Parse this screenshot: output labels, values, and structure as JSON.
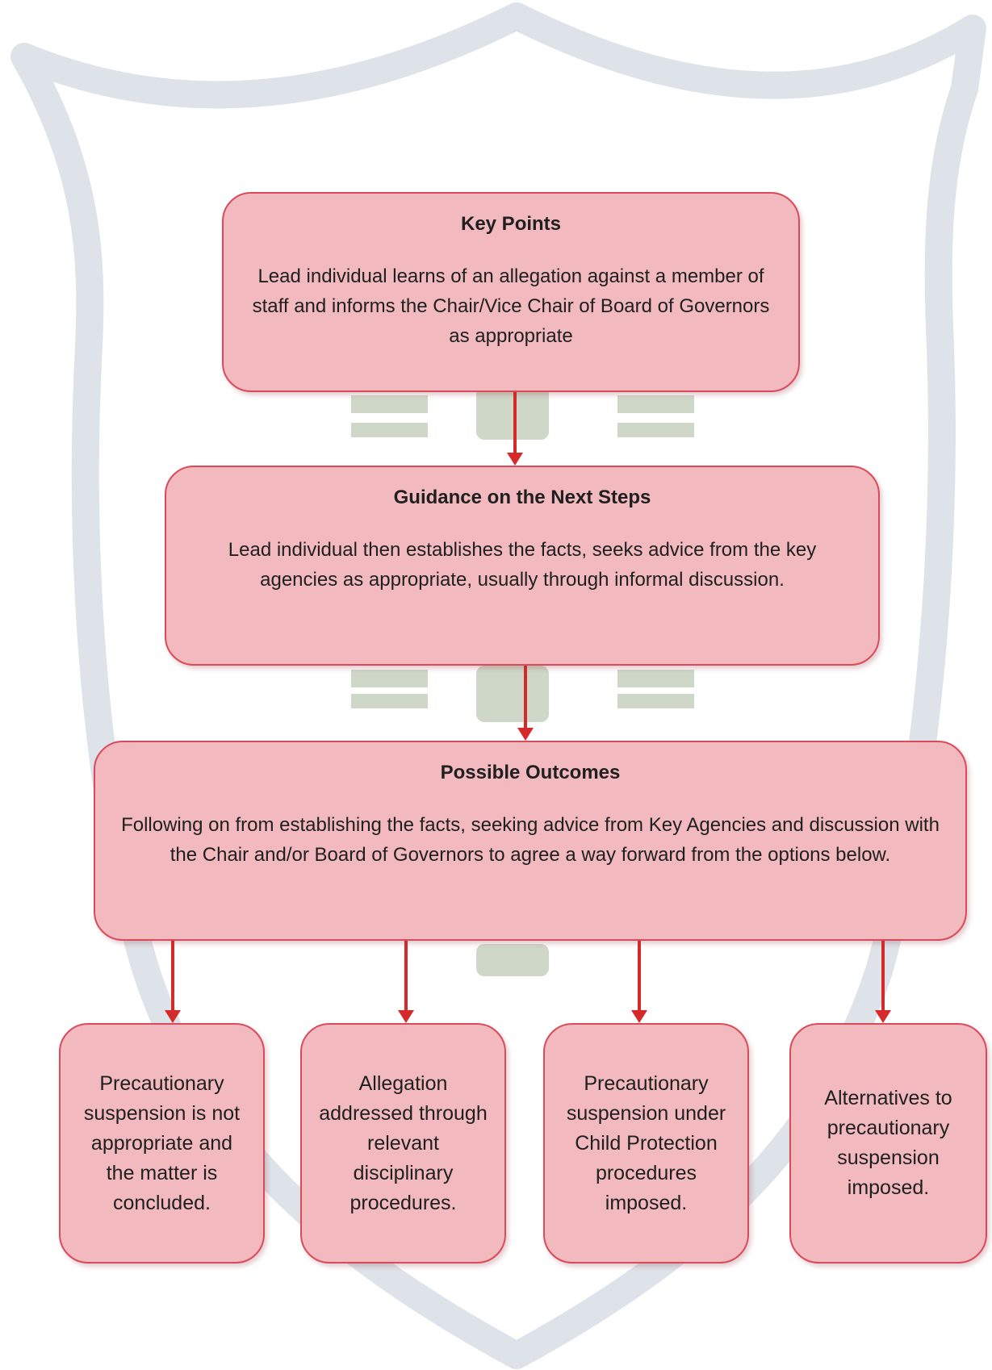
{
  "key_points": {
    "title": "Key Points",
    "text": "Lead individual learns of an allegation against a member of staff and informs the Chair/Vice Chair of Board of Governors  as appropriate"
  },
  "guidance": {
    "title": "Guidance on the Next Steps",
    "text": "Lead individual then establishes the facts, seeks advice from the key agencies as appropriate, usually through informal discussion."
  },
  "outcomes": {
    "title": "Possible Outcomes",
    "text": "Following on from establishing the facts, seeking advice from Key Agencies and discussion with the Chair and/or Board of Governors to agree a way forward from the options below."
  },
  "options": [
    {
      "text": "Precautionary suspension is not appropriate and the matter is concluded."
    },
    {
      "text": "Allegation addressed through relevant disciplinary procedures."
    },
    {
      "text": "Precautionary suspension under Child Protection procedures imposed."
    },
    {
      "text": "Alternatives to precautionary suspension imposed."
    }
  ],
  "colors": {
    "box_fill": "#f2b9bf",
    "box_border": "#d94b5a",
    "arrow": "#d62a2a",
    "watermark": "#d6dde2",
    "watermark_green": "#c7d3bd"
  },
  "icons": {
    "watermark": "school-crest-watermark"
  }
}
